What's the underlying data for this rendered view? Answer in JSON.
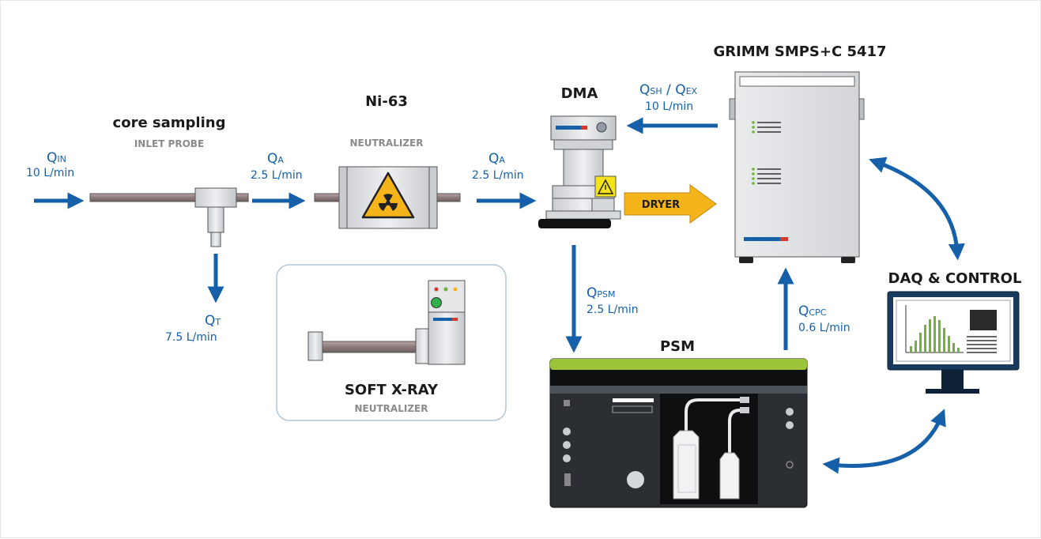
{
  "components": {
    "inlet": {
      "title": "core sampling",
      "subtitle": "INLET PROBE"
    },
    "ni63": {
      "title": "Ni-63",
      "subtitle": "NEUTRALIZER"
    },
    "dma": {
      "title": "DMA"
    },
    "smps": {
      "title": "GRIMM SMPS+C 5417"
    },
    "xray": {
      "title": "SOFT X-RAY",
      "subtitle": "NEUTRALIZER"
    },
    "psm": {
      "title": "PSM"
    },
    "daq": {
      "title": "DAQ & CONTROL"
    },
    "dryer": {
      "label": "DRYER"
    }
  },
  "flows": {
    "q_in": {
      "symbol": "Q",
      "sub": "IN",
      "rate": "10 L/min"
    },
    "q_a1": {
      "symbol": "Q",
      "sub": "A",
      "rate": "2.5 L/min"
    },
    "q_a2": {
      "symbol": "Q",
      "sub": "A",
      "rate": "2.5 L/min"
    },
    "q_t": {
      "symbol": "Q",
      "sub": "T",
      "rate": "7.5 L/min"
    },
    "q_sh_ex": {
      "symbol": "Q",
      "sub": "SH",
      "sep": " / ",
      "symbol2": "Q",
      "sub2": "EX",
      "rate": "10 L/min"
    },
    "q_psm": {
      "symbol": "Q",
      "sub": "PSM",
      "rate": "2.5 L/min"
    },
    "q_cpc": {
      "symbol": "Q",
      "sub": "CPC",
      "rate": "0.6 L/min"
    }
  },
  "colors": {
    "flow_arrow": "#1560a8",
    "label_blue": "#1560a8",
    "dryer_fill": "#f4b41a",
    "psm_strip": "#9cc43a",
    "hist_bars": "#6fb33a",
    "device_gray": "#d9dcdf",
    "panel_dark": "#2b2f33"
  }
}
